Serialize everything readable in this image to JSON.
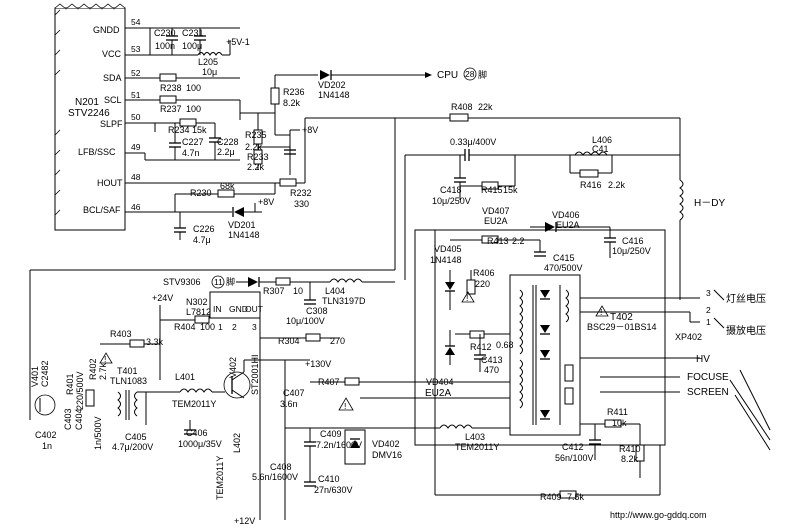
{
  "ic": {
    "name": "N201",
    "model": "STV2246",
    "pins": [
      {
        "label": "GNDD",
        "num": "54"
      },
      {
        "label": "VCC",
        "num": "53"
      },
      {
        "label": "SDA",
        "num": "52"
      },
      {
        "label": "SCL",
        "num": "51"
      },
      {
        "label": "SLPF",
        "num": "50"
      },
      {
        "label": "LFB/SSC",
        "num": "49"
      },
      {
        "label": "HOUT",
        "num": "48"
      },
      {
        "label": "BCL/SAF",
        "num": "46"
      }
    ]
  },
  "components": {
    "c230": "C230",
    "c230v": "100n",
    "c231": "C231",
    "c231v": "100μ",
    "plus5": "+5V-1",
    "l205": "L205",
    "l205v": "10μ",
    "r238": "R238",
    "r238v": "100",
    "r237": "R237",
    "r237v": "100",
    "r236": "R236",
    "r236v": "8.2k",
    "vd202": "VD202",
    "vd202v": "1N4148",
    "cpu": "CPU",
    "cpu_pin": "28",
    "cpu_suffix": "脚",
    "r234": "R234",
    "r234v": "15k",
    "c227": "C227",
    "c227v": "4.7n",
    "c228": "C228",
    "c228v": "2.2μ",
    "r235": "R235",
    "r235v": "2.2k",
    "r233": "R233",
    "r233v": "2.2k",
    "plus8": "+8V",
    "r230": "R230",
    "r230v": "68k",
    "r232": "R232",
    "r232v": "330",
    "c226": "C226",
    "c226v": "4.7μ",
    "vd201": "VD201",
    "vd201v": "1N4148",
    "plus8b": "+8V",
    "r408": "R408",
    "r408v": "22k",
    "c_top": "0.33μ/400V",
    "l406": "L406",
    "c41": "C41",
    "c418": "C418",
    "c418v": "10μ/250V",
    "r415": "R415",
    "r415v": "15k",
    "r416": "R416",
    "r416v": "2.2k",
    "hdy": "H－DY",
    "vd407": "VD407",
    "vd407v": "EU2A",
    "vd406": "VD406",
    "vd406v": "EU2A",
    "r413": "R413",
    "r413v": "2.2",
    "c416": "C416",
    "c416v": "10μ/250V",
    "c415": "C415",
    "c415v": "470/500V",
    "vd405": "VD405",
    "vd405v": "1N4148",
    "r406": "R406",
    "r406v": "220",
    "stv_ref": "STV9306",
    "stv_pin": "11",
    "stv_suffix": "脚",
    "r307": "R307",
    "r307v": "10",
    "l404": "L404",
    "l404v": "TLN3197D",
    "plus24": "+24V",
    "n302": "N302",
    "n302v": "L7812",
    "reg_in": "IN",
    "reg_gnd": "GND",
    "reg_out": "OUT",
    "reg_p1": "1",
    "reg_p2": "2",
    "reg_p3": "3",
    "r404": "R404",
    "r404v": "100",
    "c308": "C308",
    "c308v": "10μ/100V",
    "r304": "R304",
    "r304v": "270",
    "t402": "T402",
    "t402v": "BSC29－01BS14",
    "xp402": "XP402",
    "filament": "灯丝电压",
    "kinescope": "摄放电压",
    "xp_p3": "3",
    "xp_p2": "2",
    "xp_p1": "1",
    "r412": "R412",
    "r412v": "0.68",
    "c413": "C413",
    "c413v": "470",
    "r403": "R403",
    "r403v": "3.3k",
    "v401": "V401",
    "v401v": "C2482",
    "t401": "T401",
    "t401v": "TLN1083",
    "r401": "R401",
    "r401v": "220/500V",
    "r402": "R402",
    "r402v": "2.7k",
    "plus130": "+130V",
    "r407": "R407",
    "l401": "L401",
    "l401v": "TEM2011Y",
    "v402": "V402",
    "v402v": "ST2001HI",
    "c407": "C407",
    "c407v": "3.6n",
    "vd404": "VD404",
    "vd404v": "EU2A",
    "hv": "HV",
    "focuse": "FOCUSE",
    "screen": "SCREEN",
    "c402": "C402",
    "c402v": "1n",
    "c403": "C403",
    "c404": "C404",
    "c404v": "1n/500V",
    "c405": "C405",
    "c405v": "4.7μ/200V",
    "c406": "C406",
    "c406v": "1000μ/35V",
    "l402": "L402",
    "l402v": "TEM2011Y",
    "c409": "C409",
    "c409v": "7.2n/1600V",
    "vd402": "VD402",
    "vd402v": "DMV16",
    "l403": "L403",
    "l403v": "TEM2011Y",
    "r411": "R411",
    "r411v": "10k",
    "c412": "C412",
    "c412v": "56n/100V",
    "r410": "R410",
    "r410v": "8.2k",
    "c408": "C408",
    "c408v": "5.6n/1600V",
    "c410": "C410",
    "c410v": "27n/630V",
    "r409": "R409",
    "r409v": "7.5k",
    "plus12": "+12V"
  },
  "watermark": "http://www.go-gddq.com"
}
